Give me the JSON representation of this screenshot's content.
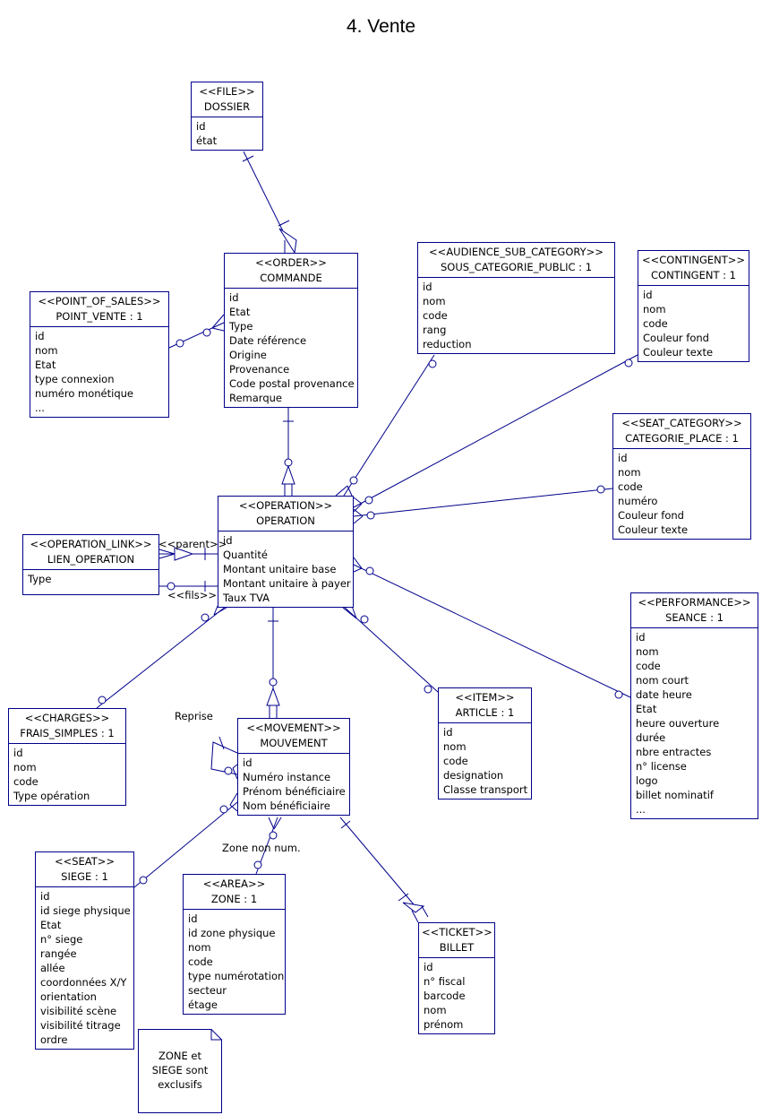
{
  "title": "4. Vente",
  "entities": {
    "dossier": {
      "stereotype": "<<FILE>>",
      "name": "DOSSIER",
      "attrs": [
        "id",
        "état"
      ]
    },
    "commande": {
      "stereotype": "<<ORDER>>",
      "name": "COMMANDE",
      "attrs": [
        "id",
        "Etat",
        "Type",
        "Date référence",
        "Origine",
        "Provenance",
        "Code postal provenance",
        "Remarque"
      ]
    },
    "point_vente": {
      "stereotype": "<<POINT_OF_SALES>>",
      "name": "POINT_VENTE : 1",
      "attrs": [
        "id",
        "nom",
        "Etat",
        "type connexion",
        "numéro monétique",
        "..."
      ]
    },
    "sous_categorie_public": {
      "stereotype": "<<AUDIENCE_SUB_CATEGORY>>",
      "name": "SOUS_CATEGORIE_PUBLIC : 1",
      "attrs": [
        "id",
        "nom",
        "code",
        "rang",
        "reduction"
      ]
    },
    "contingent": {
      "stereotype": "<<CONTINGENT>>",
      "name": "CONTINGENT : 1",
      "attrs": [
        "id",
        "nom",
        "code",
        "Couleur fond",
        "Couleur texte"
      ]
    },
    "categorie_place": {
      "stereotype": "<<SEAT_CATEGORY>>",
      "name": "CATEGORIE_PLACE : 1",
      "attrs": [
        "id",
        "nom",
        "code",
        "numéro",
        "Couleur fond",
        "Couleur texte"
      ]
    },
    "operation": {
      "stereotype": "<<OPERATION>>",
      "name": "OPERATION",
      "attrs": [
        "id",
        "Quantité",
        "Montant unitaire base",
        "Montant unitaire à payer",
        "Taux TVA"
      ]
    },
    "lien_operation": {
      "stereotype": "<<OPERATION_LINK>>",
      "name": "LIEN_OPERATION",
      "attrs": [
        "Type"
      ]
    },
    "seance": {
      "stereotype": "<<PERFORMANCE>>",
      "name": "SEANCE : 1",
      "attrs": [
        "id",
        "nom",
        "code",
        "nom court",
        "date heure",
        "Etat",
        "heure ouverture",
        "durée",
        "nbre entractes",
        "n° license",
        "logo",
        "billet nominatif",
        "..."
      ]
    },
    "frais_simples": {
      "stereotype": "<<CHARGES>>",
      "name": "FRAIS_SIMPLES : 1",
      "attrs": [
        "id",
        "nom",
        "code",
        "Type opération"
      ]
    },
    "mouvement": {
      "stereotype": "<<MOVEMENT>>",
      "name": "MOUVEMENT",
      "attrs": [
        "id",
        "Numéro instance",
        "Prénom bénéficiaire",
        "Nom bénéficiaire"
      ]
    },
    "article": {
      "stereotype": "<<ITEM>>",
      "name": "ARTICLE : 1",
      "attrs": [
        "id",
        "nom",
        "code",
        "designation",
        "Classe transport"
      ]
    },
    "siege": {
      "stereotype": "<<SEAT>>",
      "name": "SIEGE : 1",
      "attrs": [
        "id",
        "id siege physique",
        "Etat",
        "n° siege",
        "rangée",
        "allée",
        "coordonnées X/Y",
        "orientation",
        "visibilité scène",
        "visibilité titrage",
        "ordre"
      ]
    },
    "zone": {
      "stereotype": "<<AREA>>",
      "name": "ZONE : 1",
      "attrs": [
        "id",
        "id zone physique",
        "nom",
        "code",
        "type numérotation",
        "secteur",
        "étage"
      ]
    },
    "billet": {
      "stereotype": "<<TICKET>>",
      "name": "BILLET",
      "attrs": [
        "id",
        "n° fiscal",
        "barcode",
        "nom",
        "prénom"
      ]
    }
  },
  "labels": {
    "parent": "<<parent>>",
    "fils": "<<fils>>",
    "reprise": "Reprise",
    "zone_non_num": "Zone non num."
  },
  "note": {
    "lines": [
      "ZONE et",
      "SIEGE sont",
      "exclusifs"
    ]
  },
  "colors": {
    "line": "#00008b",
    "text": "#000000",
    "background": "#ffffff"
  }
}
